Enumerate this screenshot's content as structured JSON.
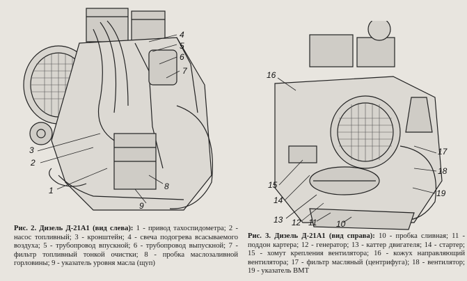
{
  "figures": [
    {
      "id": "fig2",
      "callouts": [
        "1",
        "2",
        "3",
        "4",
        "5",
        "6",
        "7",
        "8",
        "9"
      ],
      "caption_title": "Рис. 2. Дизель Д-21А1 (вид слева):",
      "caption_body": " 1 - привод тахоспидометра; 2 - насос топливный; 3 - кронштейн; 4 - свеча подогрева всасываемого воздуха; 5 - трубопровод впускной; 6 - трубопровод выпускной; 7 - фильтр топливный тонкой очистки; 8 - пробка маслозаливной горловины; 9 - указатель уровня масла (щуп)"
    },
    {
      "id": "fig3",
      "callouts": [
        "16",
        "17",
        "18",
        "19",
        "15",
        "14",
        "13",
        "12",
        "11",
        "10"
      ],
      "caption_title": "Рис. 3. Дизель Д-21А1 (вид справа):",
      "caption_body": " 10 - пробка сливная; 11 - поддон картера; 12 - генератор; 13 - каттер двигателя; 14 - стартер; 15 - хомут крепления вентилятора; 16 - кожух направляющий вентилятора; 17 - фильтр масляный (центрифуга); 18 - вентилятор; 19 - указатель ВМТ"
    }
  ],
  "colors": {
    "paper": "#e8e5df",
    "ink": "#1b1b1b"
  }
}
